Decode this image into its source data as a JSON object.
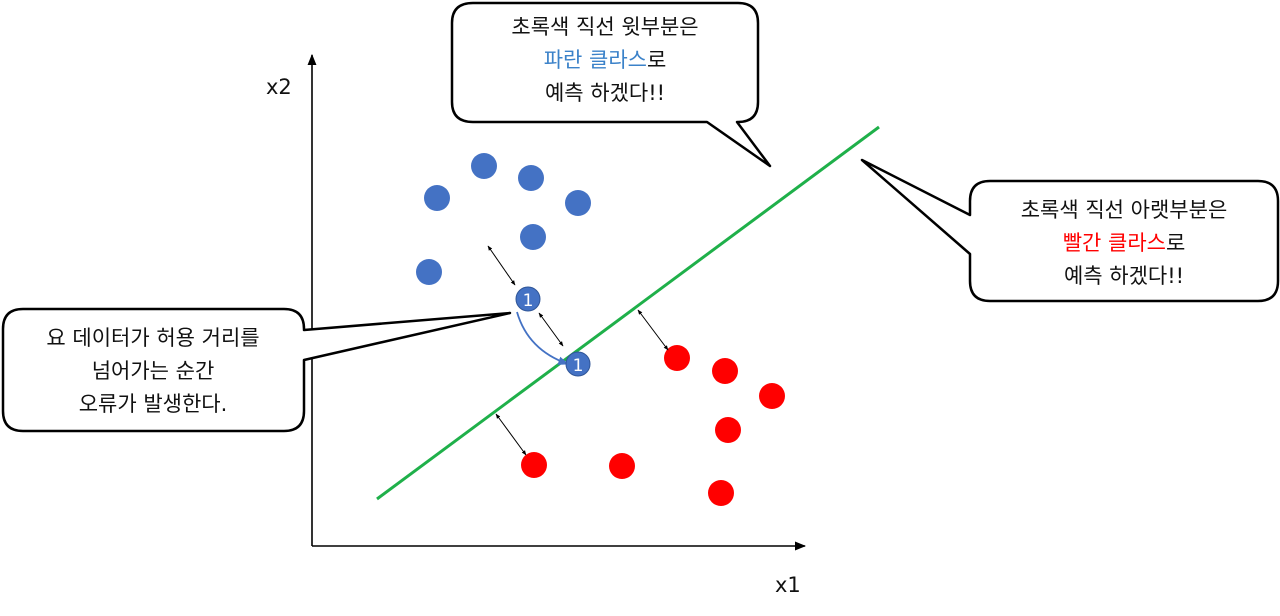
{
  "axes": {
    "x_label": "x1",
    "y_label": "x2"
  },
  "callouts": {
    "top": {
      "lines": [
        [
          {
            "text": "초록색 직선 윗부분은",
            "color": "#111111"
          }
        ],
        [
          {
            "text": "파란 클라스",
            "color": "#3b82c9"
          },
          {
            "text": "로",
            "color": "#111111"
          }
        ],
        [
          {
            "text": "예측 하겠다!!",
            "color": "#111111"
          }
        ]
      ]
    },
    "right": {
      "lines": [
        [
          {
            "text": "초록색 직선 아랫부분은",
            "color": "#111111"
          }
        ],
        [
          {
            "text": "빨간 클라스",
            "color": "#ff0000"
          },
          {
            "text": "로",
            "color": "#111111"
          }
        ],
        [
          {
            "text": "예측 하겠다!!",
            "color": "#111111"
          }
        ]
      ]
    },
    "left": {
      "lines": [
        [
          {
            "text": "요 데이터가 허용 거리를",
            "color": "#111111"
          }
        ],
        [
          {
            "text": "넘어가는 순간",
            "color": "#111111"
          }
        ],
        [
          {
            "text": "오류가 발생한다.",
            "color": "#111111"
          }
        ]
      ]
    }
  },
  "markers": {
    "moved_point_label": "1"
  },
  "colors": {
    "blue_class": "#4472c4",
    "red_class": "#ff0000",
    "decision_line": "#1fb04a",
    "axis": "#000000"
  }
}
